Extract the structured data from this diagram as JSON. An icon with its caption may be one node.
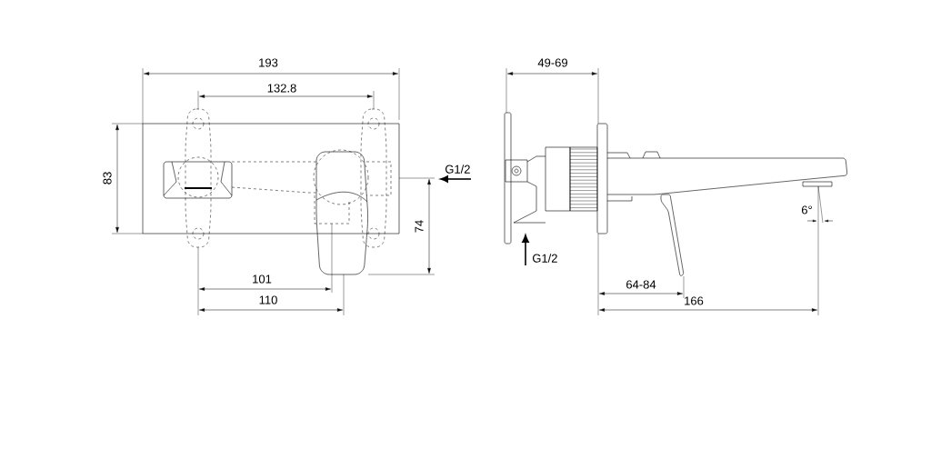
{
  "diagram": {
    "labels": [
      "193",
      "132.8",
      "83",
      "G1/2",
      "74",
      "101",
      "110",
      "49-69",
      "G1/2",
      "6°",
      "64-84",
      "166"
    ]
  }
}
